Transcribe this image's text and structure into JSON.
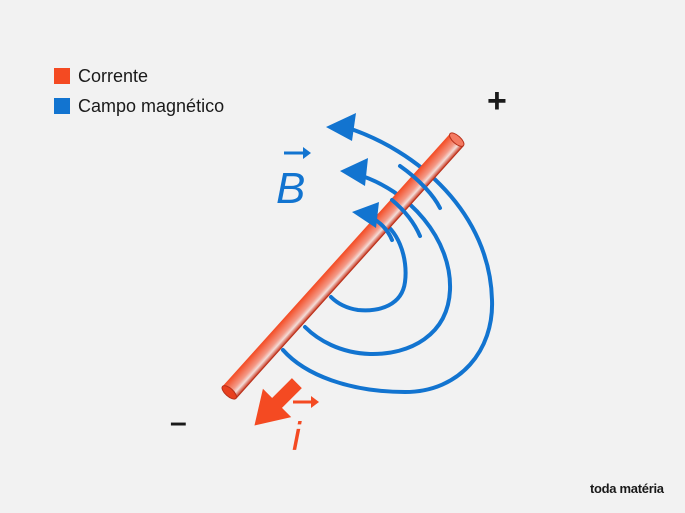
{
  "legend": {
    "items": [
      {
        "label": "Corrente",
        "color": "#f44a22"
      },
      {
        "label": "Campo magnético",
        "color": "#1274d0"
      }
    ]
  },
  "diagram": {
    "plus_sign": "+",
    "minus_sign": "–",
    "field_label": "B",
    "current_label": "i",
    "colors": {
      "current": "#f44a22",
      "field": "#1274d0",
      "background": "#f2f2f2",
      "text": "#1a1a1a"
    }
  },
  "brand": {
    "text": "toda matéria"
  }
}
